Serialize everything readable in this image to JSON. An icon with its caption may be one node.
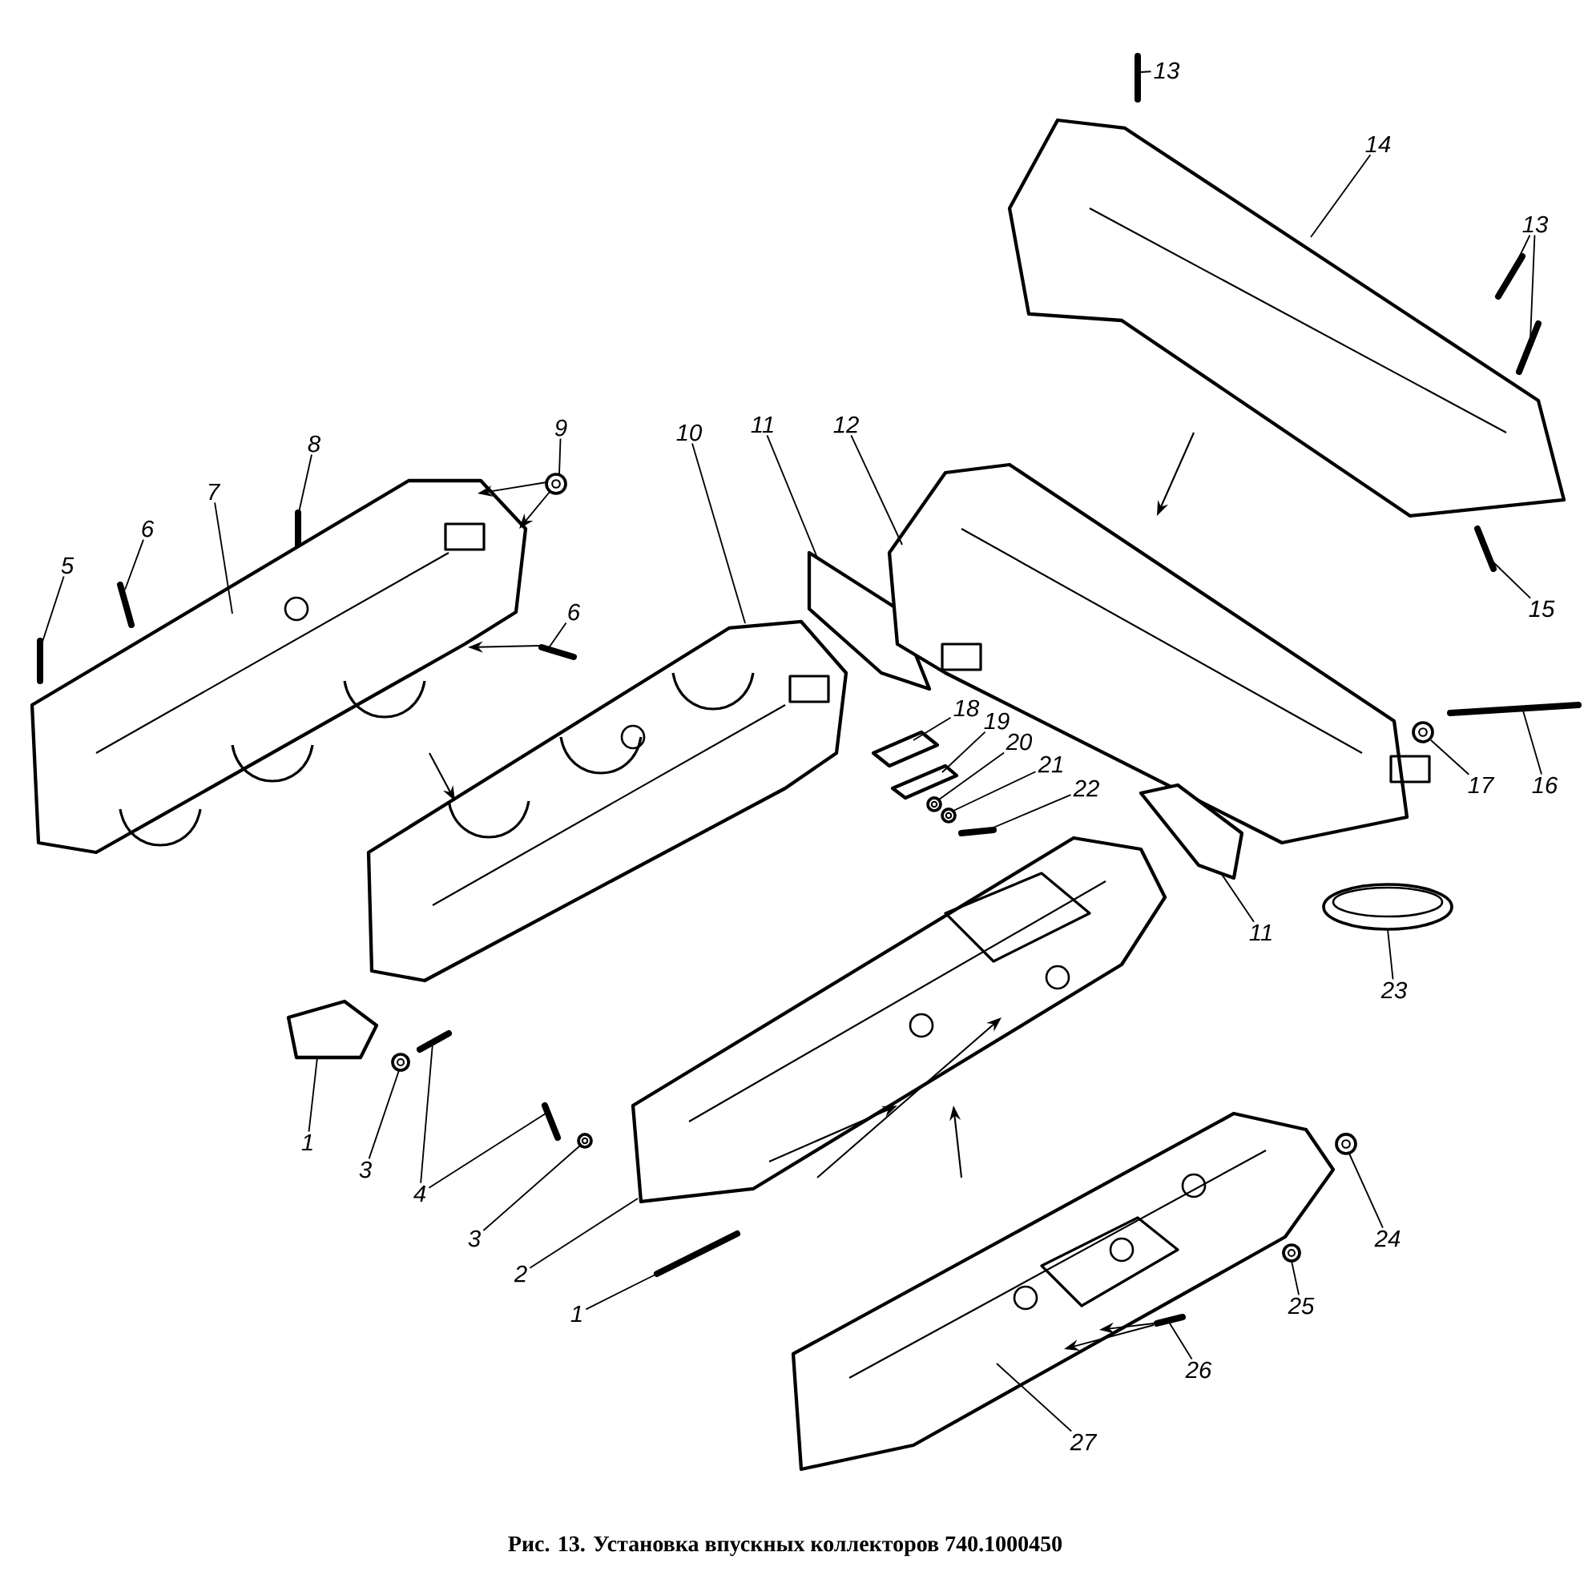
{
  "diagram": {
    "caption": "Рис. 13. Установка впускных коллекторов 740.1000450",
    "nodes": [
      {
        "text": [
          "13"
        ]
      },
      {
        "text": [
          "14"
        ]
      },
      {
        "text": [
          "13"
        ]
      },
      {
        "text": [
          "9"
        ]
      },
      {
        "text": [
          "8"
        ]
      },
      {
        "text": [
          "7"
        ]
      },
      {
        "text": [
          "6"
        ]
      },
      {
        "text": [
          "5"
        ]
      },
      {
        "text": [
          "6"
        ]
      },
      {
        "text": [
          "10"
        ]
      },
      {
        "text": [
          "11"
        ]
      },
      {
        "text": [
          "12"
        ]
      },
      {
        "text": [
          "15"
        ]
      },
      {
        "text": [
          "16"
        ]
      },
      {
        "text": [
          "17"
        ]
      },
      {
        "text": [
          "18"
        ]
      },
      {
        "text": [
          "19"
        ]
      },
      {
        "text": [
          "20"
        ]
      },
      {
        "text": [
          "21"
        ]
      },
      {
        "text": [
          "22"
        ]
      },
      {
        "text": [
          "11"
        ]
      },
      {
        "text": [
          "23"
        ]
      },
      {
        "text": [
          "1"
        ]
      },
      {
        "text": [
          "3"
        ]
      },
      {
        "text": [
          "4"
        ]
      },
      {
        "text": [
          "3"
        ]
      },
      {
        "text": [
          "2"
        ]
      },
      {
        "text": [
          "1"
        ]
      },
      {
        "text": [
          "24"
        ]
      },
      {
        "text": [
          "25"
        ]
      },
      {
        "text": [
          "26"
        ]
      },
      {
        "text": [
          "27"
        ]
      },
      {
        "text": [],
        "shape": "picture"
      },
      {
        "text": [],
        "shape": "picture"
      },
      {
        "text": [],
        "shape": "picture"
      },
      {
        "text": [],
        "shape": "picture"
      },
      {
        "text": [],
        "shape": "picture"
      },
      {
        "text": [],
        "shape": "picture"
      },
      {
        "text": [],
        "shape": "picture"
      },
      {
        "text": [],
        "shape": "picture"
      },
      {
        "text": [],
        "shape": "picture"
      },
      {
        "text": [],
        "shape": "picture"
      },
      {
        "text": [],
        "shape": "picture"
      },
      {
        "text": [],
        "shape": "picture"
      },
      {
        "text": [],
        "shape": "picture"
      },
      {
        "text": [],
        "shape": "picture"
      },
      {
        "text": [],
        "shape": "picture"
      },
      {
        "text": [],
        "shape": "picture"
      },
      {
        "text": [],
        "shape": "picture"
      },
      {
        "text": [],
        "shape": "picture"
      },
      {
        "text": [],
        "shape": "picture"
      },
      {
        "text": [],
        "shape": "picture"
      },
      {
        "text": [],
        "shape": "picture"
      },
      {
        "text": [],
        "shape": "picture"
      },
      {
        "text": [],
        "shape": "picture"
      },
      {
        "text": [],
        "shape": "picture"
      },
      {
        "text": [],
        "shape": "picture"
      },
      {
        "text": [],
        "shape": "picture"
      },
      {
        "text": [],
        "shape": "picture"
      },
      {
        "text": [],
        "shape": "picture"
      },
      {
        "text": [],
        "shape": "picture"
      },
      {
        "text": [],
        "shape": "picture"
      },
      {
        "text": [],
        "shape": "picture"
      },
      {
        "text": [],
        "shape": "picture"
      },
      {
        "text": [],
        "shape": "picture"
      },
      {
        "text": [],
        "shape": "picture"
      }
    ],
    "edges": [
      {
        "from": 0,
        "to": 32,
        "arrow": "none"
      },
      {
        "from": 1,
        "to": 33,
        "arrow": "none"
      },
      {
        "from": 2,
        "to": 34,
        "arrow": "none"
      },
      {
        "from": 2,
        "to": 35,
        "arrow": "none"
      },
      {
        "from": 3,
        "to": 36,
        "arrow": "none"
      },
      {
        "from": 4,
        "to": 37,
        "arrow": "none"
      },
      {
        "from": 5,
        "to": 38,
        "arrow": "none"
      },
      {
        "from": 6,
        "to": 39,
        "arrow": "none"
      },
      {
        "from": 7,
        "to": 40,
        "arrow": "none"
      },
      {
        "from": 8,
        "to": 41,
        "arrow": "none"
      },
      {
        "from": 9,
        "to": 42,
        "arrow": "none"
      },
      {
        "from": 10,
        "to": 43,
        "arrow": "none"
      },
      {
        "from": 11,
        "to": 44,
        "arrow": "none"
      },
      {
        "from": 12,
        "to": 45,
        "arrow": "none"
      },
      {
        "from": 13,
        "to": 46,
        "arrow": "none"
      },
      {
        "from": 14,
        "to": 47,
        "arrow": "none"
      },
      {
        "from": 15,
        "to": 48,
        "arrow": "none"
      },
      {
        "from": 16,
        "to": 49,
        "arrow": "none"
      },
      {
        "from": 17,
        "to": 50,
        "arrow": "none"
      },
      {
        "from": 18,
        "to": 51,
        "arrow": "none"
      },
      {
        "from": 19,
        "to": 52,
        "arrow": "none"
      },
      {
        "from": 20,
        "to": 53,
        "arrow": "none"
      },
      {
        "from": 21,
        "to": 54,
        "arrow": "none"
      },
      {
        "from": 22,
        "to": 55,
        "arrow": "none"
      },
      {
        "from": 23,
        "to": 56,
        "arrow": "none"
      },
      {
        "from": 24,
        "to": 57,
        "arrow": "none"
      },
      {
        "from": 24,
        "to": 58,
        "arrow": "none"
      },
      {
        "from": 25,
        "to": 59,
        "arrow": "none"
      },
      {
        "from": 26,
        "to": 60,
        "arrow": "none"
      },
      {
        "from": 27,
        "to": 61,
        "arrow": "none"
      },
      {
        "from": 28,
        "to": 62,
        "arrow": "none"
      },
      {
        "from": 29,
        "to": 63,
        "arrow": "none"
      },
      {
        "from": 30,
        "to": 64,
        "arrow": "none"
      },
      {
        "from": 31,
        "to": 65,
        "arrow": "none"
      },
      {
        "from": 36,
        "to": 38,
        "arrow": "to"
      },
      {
        "from": 36,
        "to": 38,
        "arrow": "to"
      },
      {
        "from": 41,
        "to": 38,
        "arrow": "to"
      },
      {
        "from": 64,
        "to": 65,
        "arrow": "to"
      },
      {
        "from": 64,
        "to": 65,
        "arrow": "to"
      }
    ]
  }
}
